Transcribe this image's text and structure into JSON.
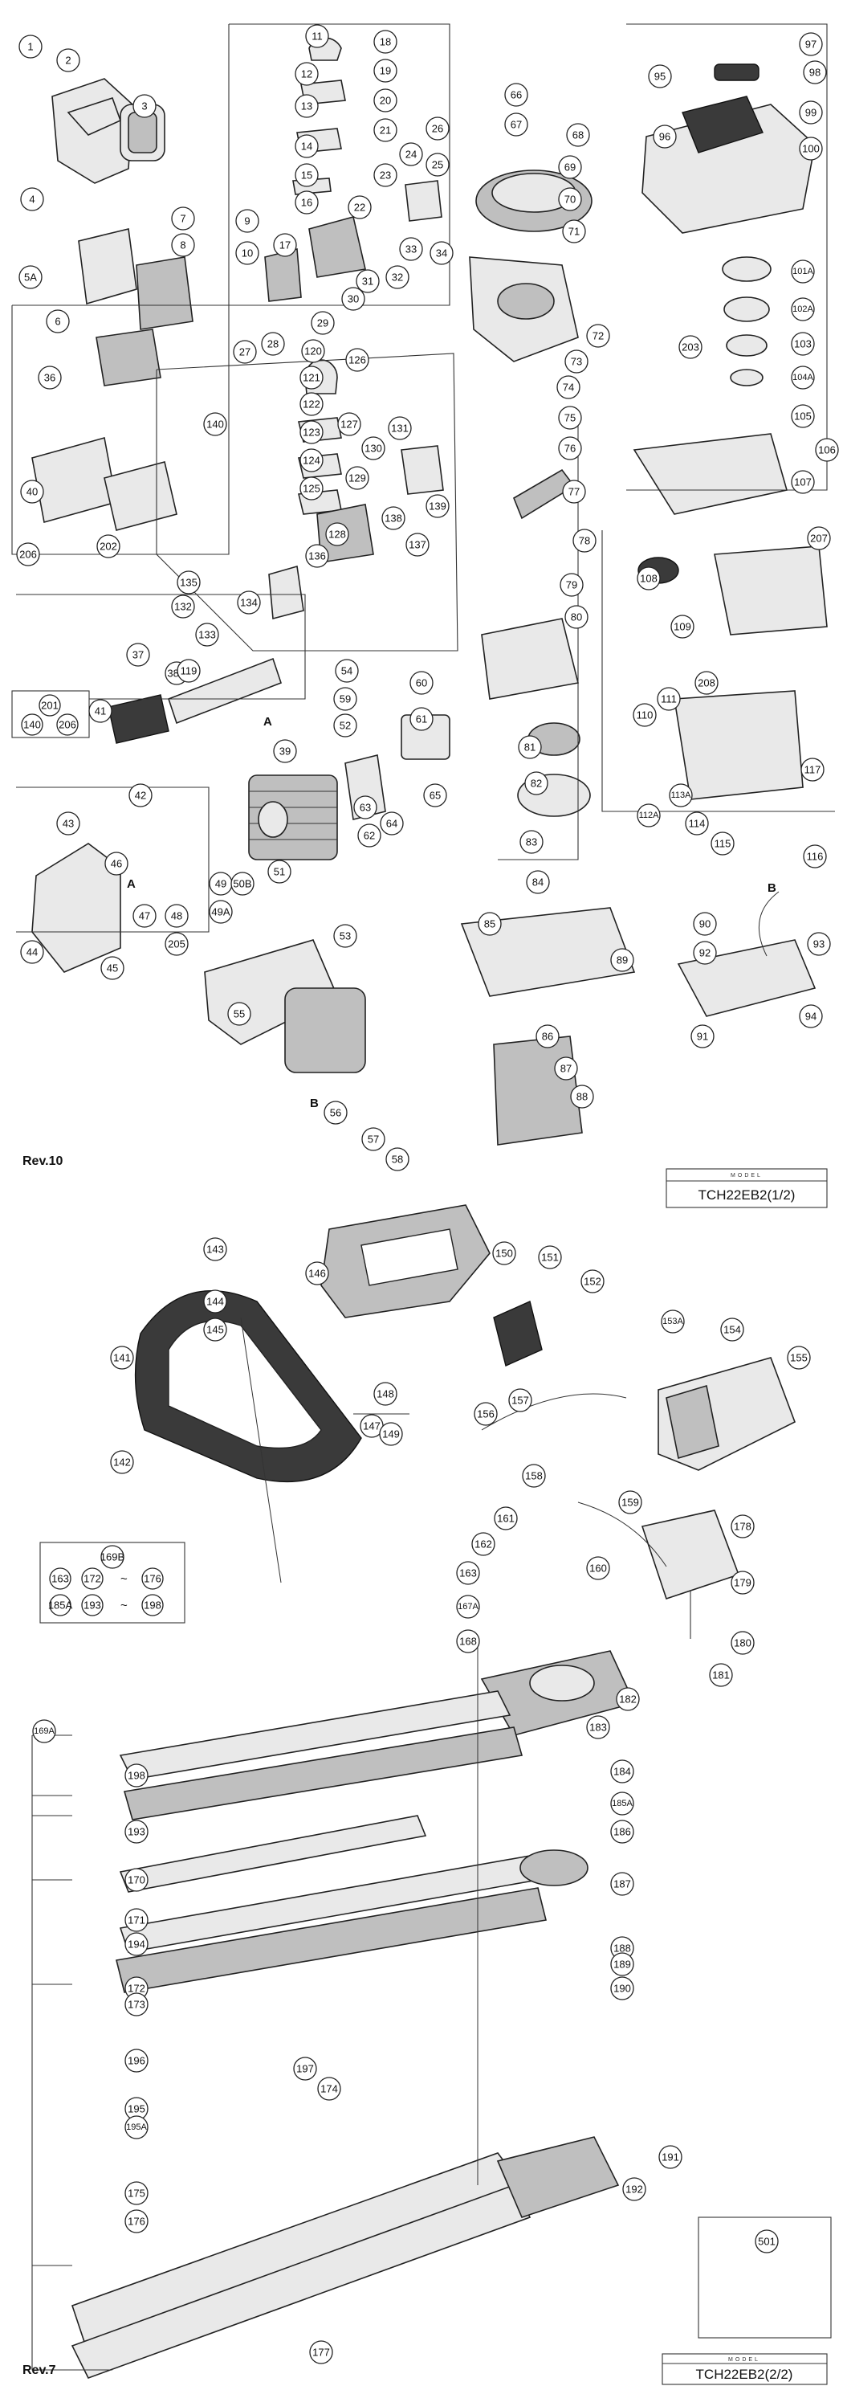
{
  "page1": {
    "revision": "Rev.10",
    "model_caption": "MODEL",
    "model_name": "TCH22EB2(1/2)",
    "refs": {
      "A": "A",
      "B": "B"
    },
    "kit_201": {
      "id": "201",
      "members": [
        "140",
        "206"
      ]
    }
  },
  "page2": {
    "revision": "Rev.7",
    "model_caption": "MODEL",
    "model_name": "TCH22EB2(2/2)",
    "kit_169B": {
      "id": "169B",
      "line1": [
        "163",
        "172",
        "~",
        "176"
      ],
      "line2": [
        "185A",
        "193",
        "~",
        "198"
      ]
    }
  },
  "callouts_page1": [
    "1",
    "2",
    "3",
    "4",
    "5A",
    "6",
    "7",
    "8",
    "9",
    "10",
    "11",
    "12",
    "13",
    "14",
    "15",
    "16",
    "17",
    "18",
    "19",
    "20",
    "21",
    "22",
    "23",
    "24",
    "25",
    "26",
    "27",
    "28",
    "29",
    "30",
    "31",
    "32",
    "33",
    "34",
    "36",
    "37",
    "38A",
    "39",
    "40",
    "41",
    "42",
    "43",
    "44",
    "45",
    "46",
    "47",
    "48",
    "49",
    "49A",
    "50B",
    "51",
    "52",
    "53",
    "54",
    "55",
    "56",
    "57",
    "58",
    "59",
    "60",
    "61",
    "62",
    "63",
    "64",
    "65",
    "66",
    "67",
    "68",
    "69",
    "70",
    "71",
    "72",
    "73",
    "74",
    "75",
    "76",
    "77",
    "78",
    "79",
    "80",
    "81",
    "82",
    "83",
    "84",
    "85",
    "86",
    "87",
    "88",
    "89",
    "90",
    "91",
    "92",
    "93",
    "94",
    "95",
    "96",
    "97",
    "98",
    "99",
    "100",
    "101A",
    "102A",
    "103",
    "104A",
    "105",
    "106",
    "107",
    "108",
    "109",
    "110",
    "111",
    "112A",
    "113A",
    "114",
    "115",
    "116",
    "117",
    "119",
    "120",
    "121",
    "122",
    "123",
    "124",
    "125",
    "126",
    "127",
    "128",
    "129",
    "130",
    "131",
    "132",
    "133",
    "134",
    "135",
    "136",
    "137",
    "138",
    "139",
    "140",
    "202",
    "203",
    "205",
    "206",
    "207",
    "208"
  ],
  "callouts_page2": [
    "141",
    "142",
    "143",
    "144",
    "145",
    "146",
    "147",
    "148",
    "149",
    "150",
    "151",
    "152",
    "153A",
    "154",
    "155",
    "156",
    "157",
    "158",
    "159",
    "160",
    "161",
    "162",
    "163",
    "167A",
    "168",
    "169A",
    "170",
    "171",
    "172",
    "173",
    "174",
    "175",
    "176",
    "177",
    "178",
    "179",
    "180",
    "181",
    "182",
    "183",
    "184",
    "185A",
    "186",
    "187",
    "188",
    "189",
    "190",
    "191",
    "192",
    "193",
    "194",
    "195",
    "195A",
    "196",
    "197",
    "198",
    "501"
  ]
}
